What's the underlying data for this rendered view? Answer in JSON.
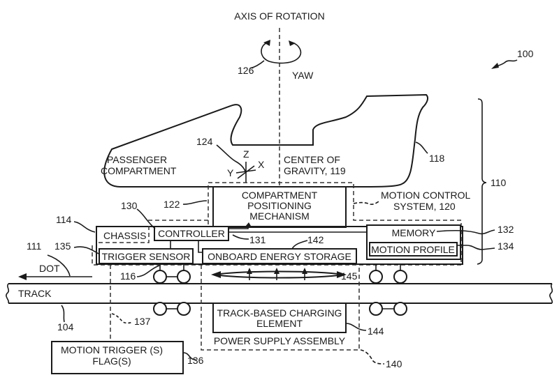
{
  "diagram": {
    "axis_label": "AXIS OF ROTATION",
    "yaw_label": "YAW",
    "ref_126": "126",
    "ref_100": "100",
    "ref_110": "110",
    "ref_118": "118",
    "ref_124": "124",
    "axes": {
      "z": "Z",
      "x": "X",
      "y": "Y"
    },
    "passenger_compartment": [
      "PASSENGER",
      "COMPARTMENT"
    ],
    "center_of_gravity": [
      "CENTER OF",
      "GRAVITY, 119"
    ],
    "compartment_positioning": [
      "COMPARTMENT",
      "POSITIONING",
      "MECHANISM"
    ],
    "motion_control_system": [
      "MOTION CONTROL",
      "SYSTEM, 120"
    ],
    "ref_122": "122",
    "ref_130": "130",
    "ref_114": "114",
    "chassis": "CHASSIS",
    "controller": "CONTROLLER",
    "ref_131": "131",
    "memory": "MEMORY",
    "ref_132": "132",
    "motion_profile": "MOTION PROFILE",
    "ref_134": "134",
    "ref_111": "111",
    "ref_135": "135",
    "trigger_sensor": "TRIGGER SENSOR",
    "ref_142": "142",
    "onboard_energy_storage": "ONBOARD ENERGY STORAGE",
    "dot": "DOT",
    "ref_116": "116",
    "ref_145": "145",
    "track": "TRACK",
    "ref_104": "104",
    "ref_137": "137",
    "track_based_charging": [
      "TRACK-BASED CHARGING",
      "ELEMENT"
    ],
    "ref_144": "144",
    "power_supply_assembly": "POWER SUPPLY ASSEMBLY",
    "ref_140": "140",
    "motion_trigger": [
      "MOTION TRIGGER (S)",
      "FLAG(S)"
    ],
    "ref_136": "136"
  }
}
